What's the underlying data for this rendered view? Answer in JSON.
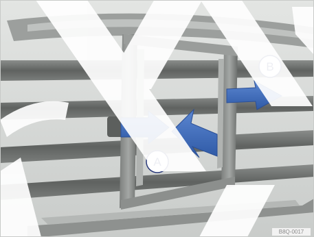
{
  "figure": {
    "callout_a": "A",
    "callout_b": "B",
    "figure_id": "B8Q-0017",
    "colors": {
      "background": "#d8dad8",
      "rail": "#6f7270",
      "rail_dark": "#4e514f",
      "highlight": "#ececec",
      "arrow": "#3f6fbf",
      "arrow_dark": "#2c4f95",
      "callout_ring": "#2a3a7a",
      "watermark": "#ffffff"
    },
    "icons": [
      "arrow-right-icon",
      "arrow-left-icon"
    ]
  }
}
